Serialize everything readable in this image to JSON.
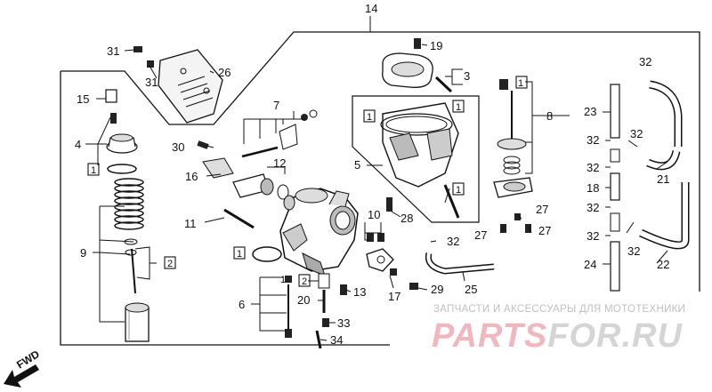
{
  "diagram": {
    "callouts": {
      "c14": "14",
      "c19": "19",
      "c3": "3",
      "c31a": "31",
      "c31b": "31",
      "c26": "26",
      "c32a": "32",
      "c1a": "1",
      "c15": "15",
      "c4": "4",
      "c1b": "1",
      "c7": "7",
      "c1c": "1",
      "c1d": "1",
      "c8": "8",
      "c23": "23",
      "c32b": "32",
      "c32c": "32",
      "c30": "30",
      "c5": "5",
      "c1e": "1",
      "c32d": "32",
      "c16": "16",
      "c12": "12",
      "c18": "18",
      "c21": "21",
      "c32e": "32",
      "c27a": "27",
      "c11": "11",
      "c28": "28",
      "c10": "10",
      "c27b": "27",
      "c27c": "27",
      "c9": "9",
      "c32f": "32",
      "c32g": "32",
      "c32h": "32",
      "c1f": "1",
      "c2a": "2",
      "c22": "22",
      "c24": "24",
      "c1g": "1",
      "c2b": "2",
      "c29": "29",
      "c25": "25",
      "c13": "13",
      "c17": "17",
      "c6": "6",
      "c20": "20",
      "c33": "33",
      "c34": "34"
    },
    "fwd_label": "FWD"
  },
  "watermark": {
    "subtitle": "ЗАПЧАСТИ И АКСЕССУАРЫ ДЛЯ МОТОТЕХНИКИ",
    "brand_part1": "PARTS",
    "brand_part2": "FOR.RU"
  }
}
